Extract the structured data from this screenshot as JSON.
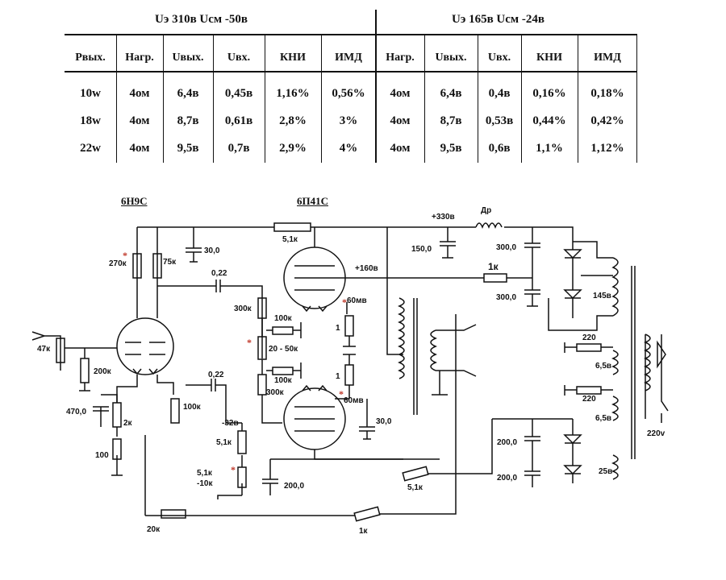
{
  "table": {
    "group_left": "Uэ 310в  Uсм -50в",
    "group_right": "Uэ 165в  Uсм -24в",
    "col_power": "Pвых.",
    "headers": [
      "Нагр.",
      "Uвых.",
      "Uвх.",
      "КНИ",
      "ИМД"
    ],
    "rows": [
      {
        "power": "10w",
        "left": [
          "4ом",
          "6,4в",
          "0,45в",
          "1,16%",
          "0,56%"
        ],
        "right": [
          "4ом",
          "6,4в",
          "0,4в",
          "0,16%",
          "0,18%"
        ]
      },
      {
        "power": "18w",
        "left": [
          "4ом",
          "8,7в",
          "0,61в",
          "2,8%",
          "3%"
        ],
        "right": [
          "4ом",
          "8,7в",
          "0,53в",
          "0,44%",
          "0,42%"
        ]
      },
      {
        "power": "22w",
        "left": [
          "4ом",
          "9,5в",
          "0,7в",
          "2,9%",
          "4%"
        ],
        "right": [
          "4ом",
          "9,5в",
          "0,6в",
          "1,1%",
          "1,12%"
        ]
      }
    ]
  },
  "schematic": {
    "tube1": "6Н9С",
    "tube2": "6П41С",
    "labels": {
      "r270k": "270к",
      "r75k": "75к",
      "c30_top": "30,0",
      "c022_top": "0,22",
      "r51k_top": "5,1к",
      "b330": "+330в",
      "choke": "Др",
      "c150": "150,0",
      "c300a": "300,0",
      "c300b": "300,0",
      "r1k_top": "1к",
      "v160": "+160в",
      "r300k_a": "300к",
      "r100k_a": "100к",
      "r1_a": "1",
      "mv60_a": "60мв",
      "pot2050": "20 - 50к",
      "r100k_b": "100к",
      "r1_b": "1",
      "r300k_b": "300к",
      "mv60_b": "60мв",
      "c30_bot": "30,0",
      "v145": "145в",
      "r220a": "220",
      "v65a": "6,5в",
      "r220b": "220",
      "v65b": "6,5в",
      "v220": "220v",
      "r47k": "47к",
      "r200k": "200к",
      "c470": "470,0",
      "r2k": "2к",
      "r100k_pot": "100к",
      "c022_bot": "0,22",
      "r100": "100",
      "v32": "-32в",
      "r51k_mid": "5,1к",
      "r51k_adj": "5,1к",
      "r10k": "-10к",
      "c200_mid": "200,0",
      "r51k_bot": "5,1к",
      "c200a": "200,0",
      "c200b": "200,0",
      "v25": "25в",
      "r20k": "20к",
      "r1k_bot": "1к"
    }
  }
}
